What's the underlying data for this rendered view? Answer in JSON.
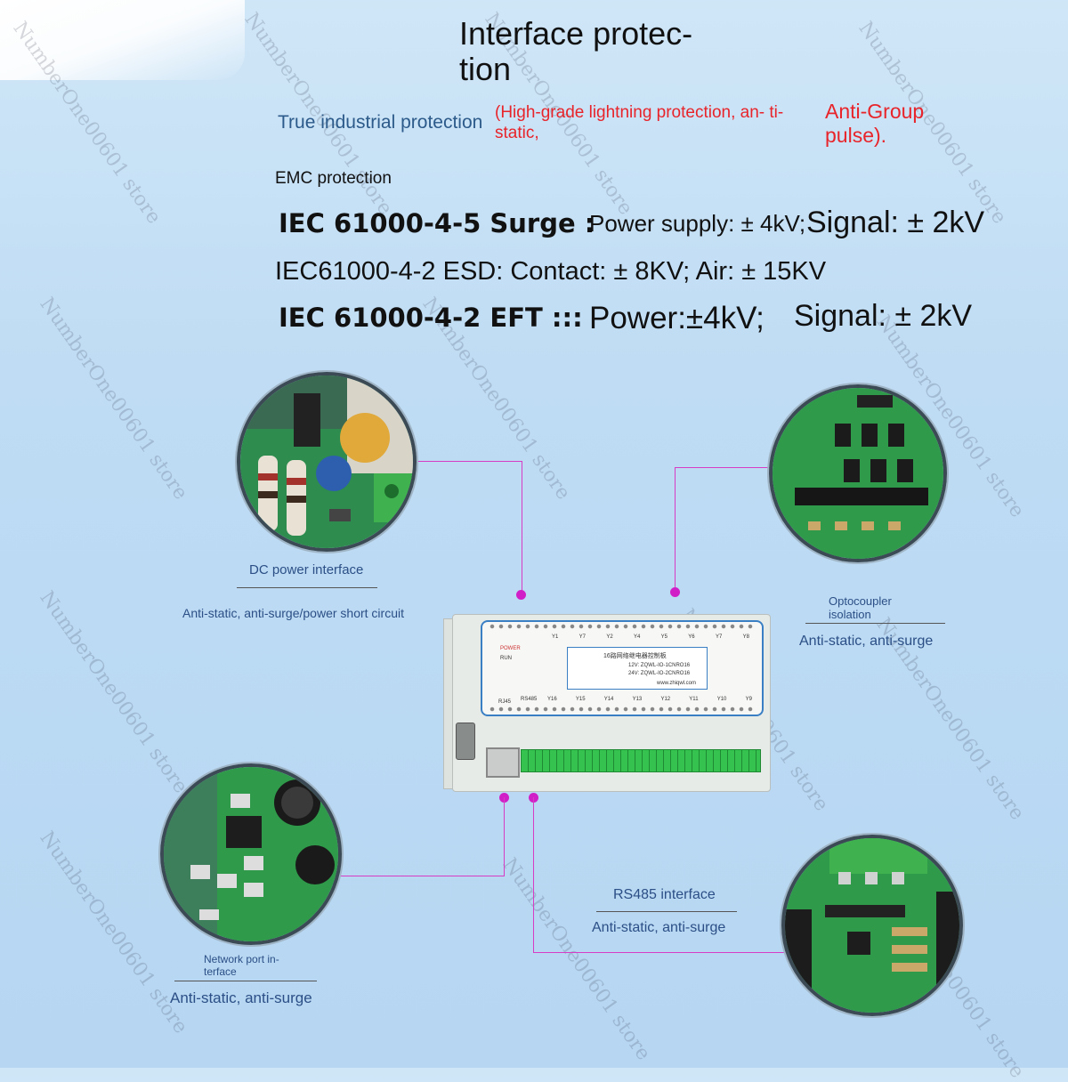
{
  "title": "Interface protec- tion",
  "subtitle": {
    "main": "True industrial protection",
    "red_detail": "(High-grade lightning protection, an- ti-static,",
    "red_detail2": "Anti-Group pulse)."
  },
  "emc_heading": "EMC protection",
  "specs": {
    "surge_label": "IEC 61000-4-5 Surge :",
    "surge_power": "Power supply: ± 4kV;",
    "surge_signal": "Signal: ± 2kV",
    "esd": "IEC61000-4-2 ESD: Contact: ± 8KV; Air: ± 15KV",
    "eft_label": "IEC 61000-4-2 EFT :::",
    "eft_power": "Power:±4kV;",
    "eft_signal": "Signal: ± 2kV"
  },
  "callouts": {
    "dc_power": {
      "label": "DC power interface",
      "detail": "Anti-static, anti-surge/power short circuit"
    },
    "optocoupler": {
      "label": "Optocoupler isolation",
      "detail": "Anti-static, anti-surge"
    },
    "network": {
      "label": "Network port in- terface",
      "detail": "Anti-static, anti-surge"
    },
    "rs485": {
      "label": "RS485 interface",
      "detail": "Anti-static, anti-surge"
    }
  },
  "device": {
    "label_title": "16路网络继电器控制板",
    "label_line1": "12V: ZQWL-IO-1CNRO16",
    "label_line2": "24V: ZQWL-IO-2CNRO16",
    "footer": "www.zhiqwl.com",
    "power": "POWER",
    "run": "RUN",
    "rj45": "RJ45",
    "rs485": "RS485",
    "top_pins": [
      "Y1",
      "Y7",
      "Y2",
      "Y4",
      "Y5",
      "Y6",
      "Y7",
      "Y8"
    ],
    "bottom_pins": [
      "Y16",
      "Y15",
      "Y14",
      "Y13",
      "Y12",
      "Y11",
      "Y10",
      "Y9"
    ]
  },
  "watermark": "NumberOne00601 store",
  "colors": {
    "accent_line": "#d63cc4",
    "dot": "#d11fc8",
    "red_text": "#e8242a",
    "blue_text": "#2b4f86",
    "pcb_green": "#2e9a4a"
  }
}
